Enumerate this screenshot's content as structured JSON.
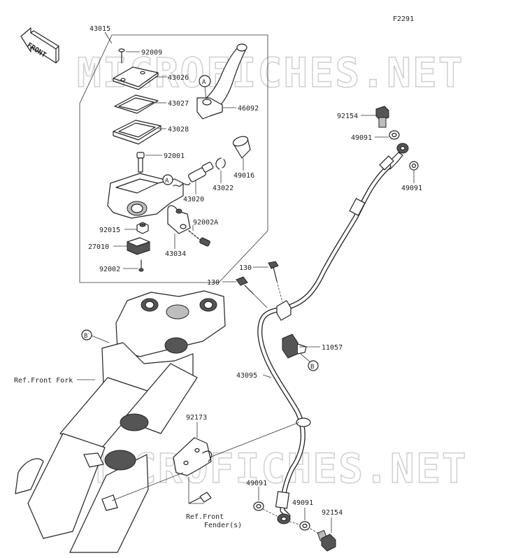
{
  "diagram_code": "F2291",
  "front_label": "FRONT",
  "watermark": "MICROFICHES.NET",
  "parts": {
    "assembly": "43015",
    "screw_top": "92009",
    "cap": "43026",
    "plate": "43027",
    "diaphragm": "43028",
    "bolt": "92001",
    "lever": "46092",
    "piston_kit": "43020",
    "circlip": "43022",
    "boot": "49016",
    "washer_92015": "92015",
    "switch": "27010",
    "screw_switch": "92002",
    "clamp": "43034",
    "clamp_bolt": "92002A",
    "banjo_bolt_top": "92154",
    "gasket_top_1": "49091",
    "gasket_top_2": "49091",
    "bolt_130_a": "130",
    "bolt_130_b": "130",
    "hose_clamp": "11057",
    "brake_hose": "43095",
    "bracket": "92173",
    "gasket_bottom_1": "49091",
    "gasket_bottom_2": "49091",
    "banjo_bolt_bottom": "92154"
  },
  "refs": {
    "front_fork": "Ref.Front Fork",
    "front_fender_line1": "Ref.Front",
    "front_fender_line2": "Fender(s)"
  },
  "markers": {
    "a1": "A",
    "a2": "A",
    "b1": "B",
    "b2": "B"
  }
}
